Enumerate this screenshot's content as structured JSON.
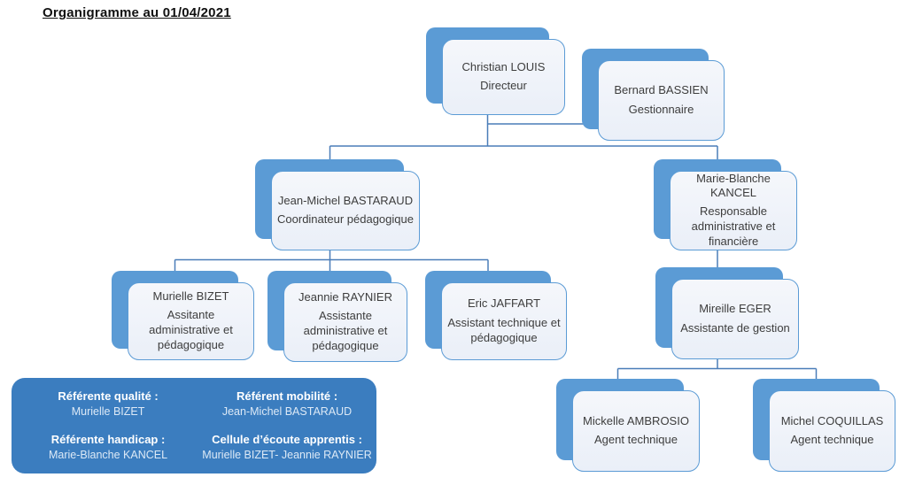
{
  "title": "Organigramme au 01/04/2021",
  "colors": {
    "shadow_blue": "#5b9bd5",
    "card_fill": "#eef2f9",
    "card_border": "#5b9bd5",
    "connector": "#4a7db8",
    "legend_bg": "#3b7dbf",
    "legend_label": "#ffffff",
    "legend_value": "#dce9f6",
    "text": "#3d3d3d"
  },
  "nodes": [
    {
      "name": "Christian LOUIS",
      "role": "Directeur"
    },
    {
      "name": "Bernard BASSIEN",
      "role": "Gestionnaire"
    },
    {
      "name": "Jean-Michel BASTARAUD",
      "role": "Coordinateur pédagogique"
    },
    {
      "name": "Marie-Blanche KANCEL",
      "role": "Responsable\nadministrative et\nfinancière"
    },
    {
      "name": "Murielle BIZET",
      "role": "Assitante\nadministrative et\npédagogique"
    },
    {
      "name": "Jeannie RAYNIER",
      "role": "Assistante\nadministrative et\npédagogique"
    },
    {
      "name": "Eric JAFFART",
      "role": "Assistant technique et\npédagogique"
    },
    {
      "name": "Mireille EGER",
      "role": "Assistante de gestion"
    },
    {
      "name": "Mickelle AMBROSIO",
      "role": "Agent technique"
    },
    {
      "name": "Michel COQUILLAS",
      "role": "Agent technique"
    }
  ],
  "legend": {
    "entries": [
      {
        "label": "Référente qualité :",
        "value": "Murielle BIZET"
      },
      {
        "label": "Référent mobilité :",
        "value": "Jean-Michel BASTARAUD"
      },
      {
        "label": "Référente handicap :",
        "value": "Marie-Blanche KANCEL"
      },
      {
        "label": "Cellule d’écoute apprentis :",
        "value": "Murielle BIZET- Jeannie RAYNIER"
      }
    ]
  }
}
